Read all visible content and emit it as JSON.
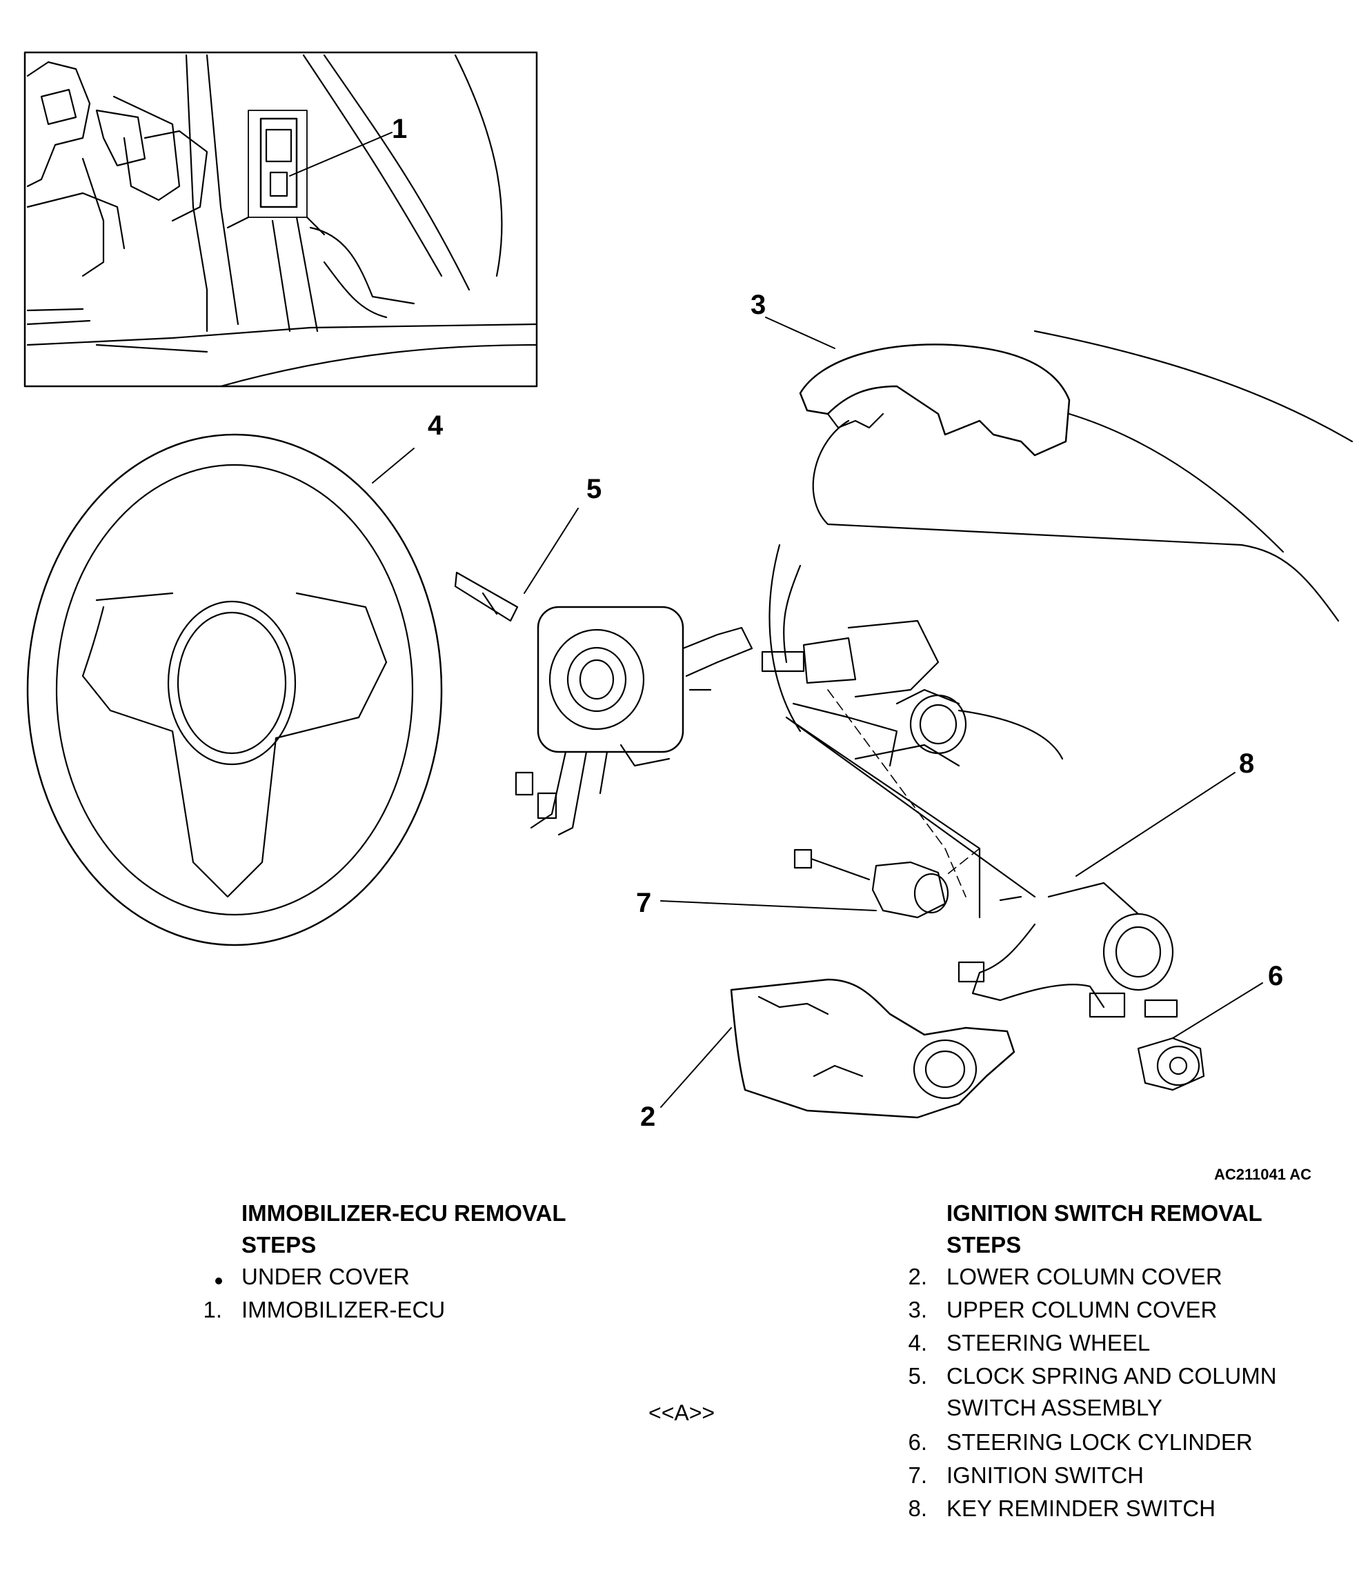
{
  "diagram": {
    "callouts": {
      "c1": "1",
      "c2": "2",
      "c3": "3",
      "c4": "4",
      "c5": "5",
      "c6": "6",
      "c7": "7",
      "c8": "8"
    },
    "reference_code": "AC211041 AC"
  },
  "immobilizer_procedure": {
    "heading_line1": "IMMOBILIZER-ECU REMOVAL",
    "heading_line2": "STEPS",
    "steps": [
      {
        "num": "",
        "text": "UNDER COVER"
      },
      {
        "num": "1.",
        "text": "IMMOBILIZER-ECU"
      }
    ]
  },
  "ignition_procedure": {
    "heading_line1": "IGNITION SWITCH REMOVAL",
    "heading_line2": "STEPS",
    "marker": "<<A>>",
    "steps": [
      {
        "num": "2.",
        "text": "LOWER COLUMN COVER"
      },
      {
        "num": "3.",
        "text": "UPPER COLUMN COVER"
      },
      {
        "num": "4.",
        "text": "STEERING WHEEL"
      },
      {
        "num": "5.",
        "text": "CLOCK SPRING AND COLUMN SWITCH ASSEMBLY"
      },
      {
        "num": "6.",
        "text": "STEERING LOCK CYLINDER"
      },
      {
        "num": "7.",
        "text": "IGNITION SWITCH"
      },
      {
        "num": "8.",
        "text": "KEY REMINDER SWITCH"
      }
    ]
  }
}
